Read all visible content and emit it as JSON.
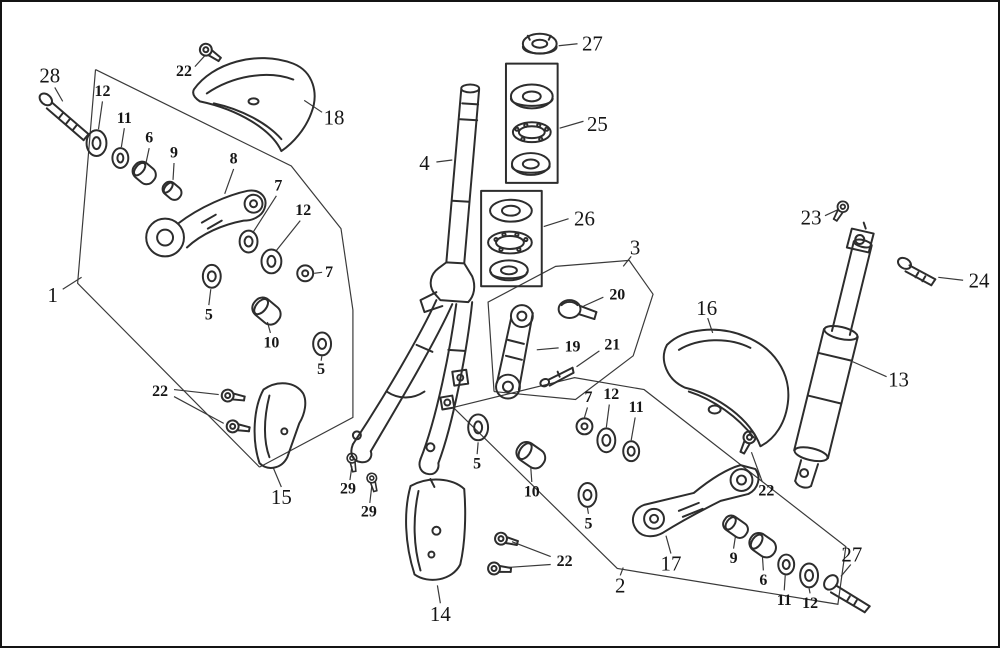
{
  "diagram": {
    "kind": "exploded-parts-diagram",
    "subject": "front fork, covers and rear shock absorber assembly",
    "background_color": "#ffffff",
    "line_color": "#2d2d2d",
    "label_color": "#161616"
  },
  "labels": {
    "1": "1",
    "2": "2",
    "3": "3",
    "4": "4",
    "5": "5",
    "6": "6",
    "7": "7",
    "8": "8",
    "9": "9",
    "10": "10",
    "11": "11",
    "12": "12",
    "13": "13",
    "14": "14",
    "15": "15",
    "16": "16",
    "17": "17",
    "18": "18",
    "19": "19",
    "20": "20",
    "21": "21",
    "22": "22",
    "23": "23",
    "24": "24",
    "25": "25",
    "26": "26",
    "27": "27",
    "28": "28",
    "29": "29"
  }
}
